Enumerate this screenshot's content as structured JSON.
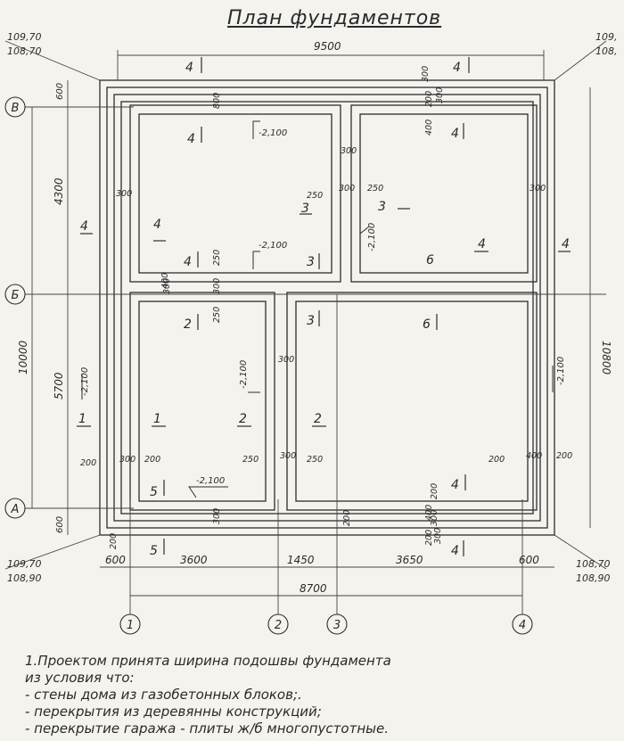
{
  "title": "План фундаментов",
  "corner_marks": {
    "top_left": [
      "109,70",
      "108,70"
    ],
    "top_right": [
      "109,",
      "108,"
    ],
    "bottom_left": [
      "109,70",
      "108,90"
    ],
    "bottom_right": [
      "108,70",
      "108,90"
    ]
  },
  "overall_dims": {
    "top": "9500",
    "bottom": "8700",
    "right": "10800",
    "left_total": "10000",
    "left_upper": "4300",
    "left_lower": "5700",
    "left_top_offset": "600",
    "left_bottom_offset": "600"
  },
  "bottom_chain": [
    "600",
    "3600",
    "1450",
    "3650",
    "600"
  ],
  "axes": {
    "rows": [
      "В",
      "Б",
      "А"
    ],
    "cols": [
      "1",
      "2",
      "3",
      "4"
    ]
  },
  "elevations": [
    "-2,100",
    "-2,100",
    "-2,100",
    "-2,100",
    "-2,100",
    "-2,100",
    "-2,100"
  ],
  "wall_dims": [
    "800",
    "300",
    "300",
    "300",
    "400",
    "200",
    "300",
    "300",
    "250",
    "300",
    "250",
    "300",
    "300",
    "300",
    "250",
    "250",
    "300",
    "300",
    "200",
    "200",
    "200",
    "250",
    "300",
    "250",
    "200",
    "400",
    "200",
    "300",
    "400",
    "200",
    "200",
    "400",
    "200",
    "300"
  ],
  "section_marks": [
    "4",
    "4",
    "4",
    "4",
    "4",
    "4",
    "4",
    "4",
    "4",
    "3",
    "3",
    "3",
    "3",
    "2",
    "2",
    "2",
    "2",
    "2",
    "1",
    "1",
    "6",
    "6",
    "5",
    "5"
  ],
  "notes": [
    "1.Проектом принята ширина подошвы фундамента",
    "из условия что:",
    "- стены дома из газобетонных блоков;.",
    "- перекрытия из деревянны конструкций;",
    "- перекрытие гаража - плиты ж/б многопустотные."
  ]
}
